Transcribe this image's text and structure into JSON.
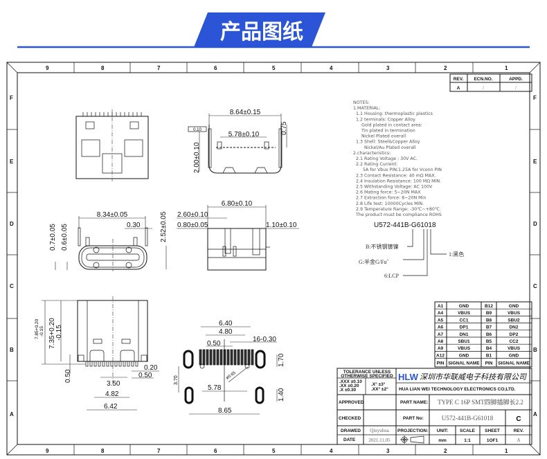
{
  "header": {
    "title": "产品图纸",
    "accent_color": "#2b55d6"
  },
  "frame": {
    "columns": [
      "9",
      "8",
      "7",
      "6",
      "5",
      "4",
      "3",
      "2",
      "1"
    ],
    "rows": [
      "F",
      "E",
      "D",
      "C",
      "B",
      "A"
    ]
  },
  "revision_table": {
    "headers": [
      "REV.",
      "ECN.NO.",
      "APPD."
    ],
    "row": [
      "A",
      "/",
      "/"
    ]
  },
  "notes": [
    "NOTES:",
    "1.MATERIAL:",
    "  1.1 Housing: thermoplastic plastics",
    "  1.2 terminals: Copper Alloy",
    "      Gold plated in contact area:",
    "      Tin plated in termination",
    "      Nickel Plated overall",
    "  1.3 Shell: Steel&Copper Alloy",
    "        Nickel/Au Plated overall",
    "2.characteristics:",
    "  2.1 Rating Voltage : 30V AC.",
    "  2.2 Rating Current:",
    "       5A for Vbus PIN;1.25A for Vconn PIN",
    "  2.3 Contact Resistance: 40 mΩ MAX.",
    "  2.4 Insulation Resistance: 100 MΩ MIN.",
    "  2.5 Withstanding Voltage: AC 100V",
    "  2.6 Mating force: 5~20N MAX",
    "  2.7 Extraction force: 8~20N Min",
    "  2.8 Life test: 10000Cycles MIN.",
    "  2.9 Temperature Range: -30℃~+80℃.",
    "  The product must be compliance ROHS"
  ],
  "part_code": {
    "code": "U572-441B-G61018",
    "callouts": [
      "B:不锈钢镀镍",
      "G:半金G/Fu˝",
      "6:LCP",
      "1:黑色"
    ]
  },
  "dimensions": {
    "top_view": {
      "width": "8.64±0.15",
      "inner": "5.78±0.10",
      "height": "2.00±0.10",
      "offset": "0.75",
      "flatness": "0.10"
    },
    "front_view": {
      "width": "8.34±0.05",
      "gap": "0.30",
      "height": "2.52±0.05",
      "d1": "0.7±0.05",
      "d2": "0.6±0.05"
    },
    "side_view": {
      "length": "6.80±0.10",
      "d1": "2.60±0.10",
      "d2": "0.80±0.05",
      "d3": "1.10±0.10"
    },
    "bottom_view": {
      "h1": "7.85+0.20",
      "h1b": "-0.15",
      "h2": "7.35+0.20",
      "h2b": "-0.15",
      "p050": "0.50",
      "p020": "0.20",
      "p050b": "0.50",
      "w350": "3.50",
      "w482": "4.82",
      "w642": "6.42"
    },
    "footprint": {
      "w640": "6.40",
      "w480": "4.80",
      "pitch": "0.50",
      "pads": "16-0.30",
      "hole": "ø0.65",
      "w578": "5.78",
      "w865": "8.65",
      "h170": "1.70",
      "h140": "1.40",
      "h370": "3.70"
    }
  },
  "pin_table": {
    "rows": [
      [
        "A1",
        "GND",
        "B12",
        "GND"
      ],
      [
        "A4",
        "VBUS",
        "B9",
        "VBUS"
      ],
      [
        "A5",
        "CC1",
        "B8",
        "SBU2"
      ],
      [
        "A6",
        "DP1",
        "B7",
        "DN2"
      ],
      [
        "A7",
        "DN1",
        "B6",
        "DP2"
      ],
      [
        "A8",
        "SBU1",
        "B5",
        "CC2"
      ],
      [
        "A9",
        "VBUS",
        "B4",
        "VBUS"
      ],
      [
        "A12",
        "GND",
        "B1",
        "GND"
      ]
    ],
    "headers": [
      "PIN",
      "SIGNAL NAME",
      "PIN",
      "SIGNAL NAME"
    ]
  },
  "title_block": {
    "tolerance_title": "TOLERANCE UNLESS",
    "tolerance_title2": "OTHERWISE SPECIFIED",
    "tol_lines": [
      ".XXX ±0.10",
      ".XX  ±0.20",
      ".X   ±0.30"
    ],
    "ang_lines": [
      ".X°  ±3°",
      ".XX° ±2°"
    ],
    "logo": "HLW",
    "company_cn": "深圳市华联威电子科技有限公司",
    "company_en": "HUA LIAN WEI TECHNOLOGY ELECTRONICS CO;LTD.",
    "approved_label": "APPROVED",
    "checked_label": "CHECKED",
    "drawed_label": "DRAWED",
    "drawed_value": "Qinyuhua",
    "date_label": "DATE",
    "date_value": "2021.11.05",
    "part_name_label": "PART NAME:",
    "part_name_value": "TYPE C 16P SMT四脚插脚长2.2",
    "part_no_label": "PART No:",
    "part_no_value": "U572-441B-G61018",
    "part_rev": "C",
    "projection_label": "PROJECTION:",
    "unit_label": "UNIT:",
    "unit_value": "mm",
    "scale_label": "SCALE",
    "scale_value": "1:1",
    "sheet_label": "SHEET",
    "sheet_value": "1OF1",
    "rev_label": "REV.",
    "rev_value": "A"
  }
}
